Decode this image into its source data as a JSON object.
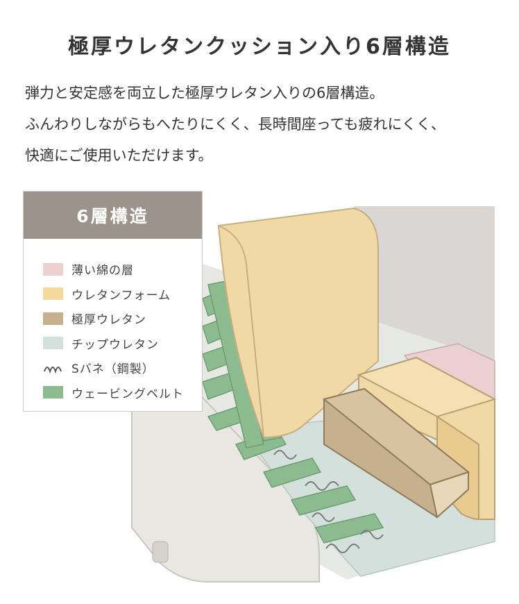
{
  "title": "極厚ウレタンクッション入り6層構造",
  "description": [
    "弾力と安定感を両立した極厚ウレタン入りの6層構造。",
    "ふんわりしながらもへたりにくく、長時間座っても疲れにくく、",
    "快適にご使用いただけます。"
  ],
  "legend": {
    "heading": "6層構造",
    "items": [
      {
        "label": "薄い綿の層",
        "color": "#ebcfd1",
        "icon": "swatch"
      },
      {
        "label": "ウレタンフォーム",
        "color": "#f4d89e",
        "icon": "swatch"
      },
      {
        "label": "極厚ウレタン",
        "color": "#c6b08e",
        "icon": "swatch"
      },
      {
        "label": "チップウレタン",
        "color": "#d3e0dc",
        "icon": "swatch"
      },
      {
        "label": "Sバネ（鋼製）",
        "color": "#555555",
        "icon": "spring-icon"
      },
      {
        "label": "ウェービングベルト",
        "color": "#8dbb90",
        "icon": "swatch"
      }
    ]
  }
}
